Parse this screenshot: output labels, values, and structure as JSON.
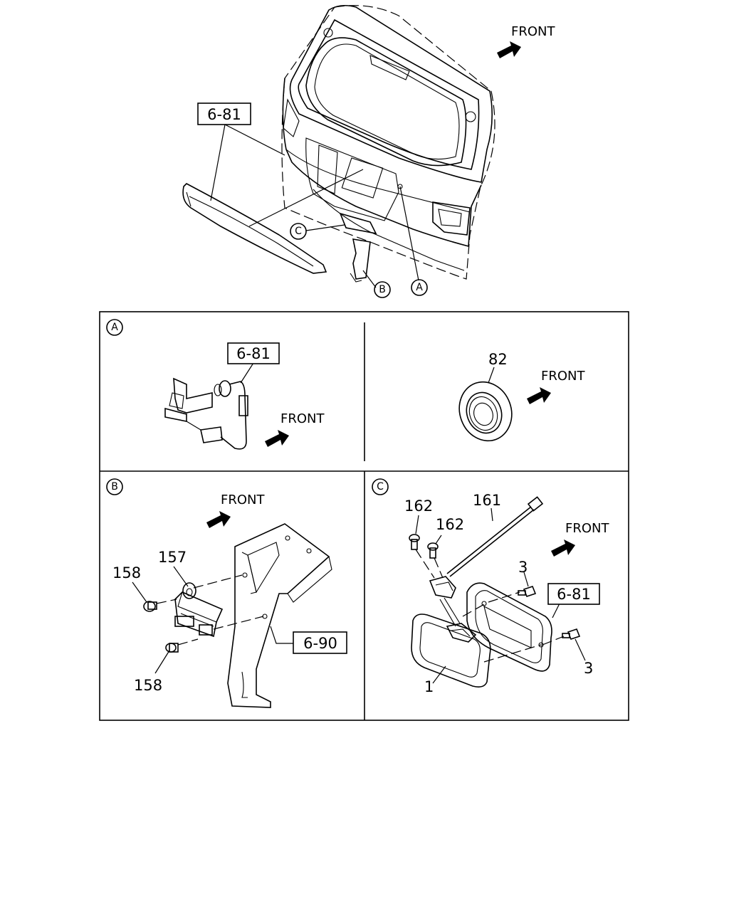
{
  "overview": {
    "front_label": "FRONT",
    "ref_box_label": "6-81",
    "callouts": {
      "a": "A",
      "b": "B",
      "c": "C"
    }
  },
  "panel_a": {
    "marker": "A",
    "left": {
      "ref_box_label": "6-81",
      "front_label": "FRONT"
    },
    "right": {
      "part_82": "82",
      "front_label": "FRONT"
    }
  },
  "panel_b": {
    "marker": "B",
    "front_label": "FRONT",
    "part_157": "157",
    "part_158_top": "158",
    "part_158_bottom": "158",
    "ref_box_label": "6-90"
  },
  "panel_c": {
    "marker": "C",
    "front_label": "FRONT",
    "part_162_a": "162",
    "part_162_b": "162",
    "part_161": "161",
    "part_3_top": "3",
    "part_3_bottom": "3",
    "part_1": "1",
    "ref_box_label": "6-81"
  }
}
